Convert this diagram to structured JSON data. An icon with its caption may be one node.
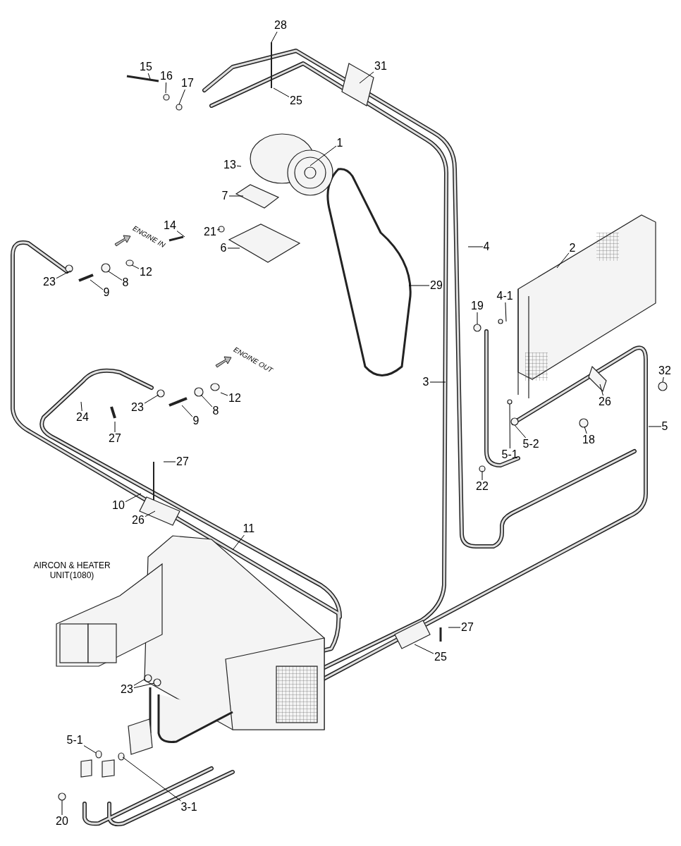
{
  "diagram": {
    "nodes": [
      {
        "text": [
          "28"
        ]
      },
      {
        "text": [
          "25"
        ]
      },
      {
        "text": [
          "31"
        ]
      },
      {
        "text": [
          "15"
        ]
      },
      {
        "text": [
          "16"
        ]
      },
      {
        "text": [
          "17"
        ]
      },
      {
        "text": [
          "1"
        ]
      },
      {
        "text": [
          "13"
        ]
      },
      {
        "text": [
          "7"
        ]
      },
      {
        "text": [
          "21"
        ]
      },
      {
        "text": [
          "14"
        ]
      },
      {
        "text": [
          "6"
        ]
      },
      {
        "text": [
          "4"
        ]
      },
      {
        "text": [
          "2"
        ]
      },
      {
        "text": [
          "12"
        ]
      },
      {
        "text": [
          "23"
        ]
      },
      {
        "text": [
          "8"
        ]
      },
      {
        "text": [
          "9"
        ]
      },
      {
        "text": [
          "29"
        ]
      },
      {
        "text": [
          "19"
        ]
      },
      {
        "text": [
          "4-1"
        ]
      },
      {
        "text": [
          "3"
        ]
      },
      {
        "text": [
          "12"
        ]
      },
      {
        "text": [
          "32"
        ]
      },
      {
        "text": [
          "26"
        ]
      },
      {
        "text": [
          "5"
        ]
      },
      {
        "text": [
          "23"
        ]
      },
      {
        "text": [
          "8"
        ]
      },
      {
        "text": [
          "9"
        ]
      },
      {
        "text": [
          "24"
        ]
      },
      {
        "text": [
          "27"
        ]
      },
      {
        "text": [
          "18"
        ]
      },
      {
        "text": [
          "5-2"
        ]
      },
      {
        "text": [
          "5-1"
        ]
      },
      {
        "text": [
          "27"
        ]
      },
      {
        "text": [
          "22"
        ]
      },
      {
        "text": [
          "10"
        ]
      },
      {
        "text": [
          "26"
        ]
      },
      {
        "text": [
          "11"
        ]
      },
      {
        "text": [
          "27"
        ]
      },
      {
        "text": [
          "25"
        ]
      },
      {
        "text": [
          "23"
        ]
      },
      {
        "text": [
          "5-1"
        ]
      },
      {
        "text": [
          "3-1"
        ]
      },
      {
        "text": [
          "20"
        ]
      }
    ],
    "edges": [
      {
        "from": 0,
        "to": null,
        "arrow": "none"
      },
      {
        "from": 1,
        "to": null,
        "arrow": "none"
      },
      {
        "from": 2,
        "to": null,
        "arrow": "none"
      },
      {
        "from": 3,
        "to": null,
        "arrow": "none"
      },
      {
        "from": 4,
        "to": null,
        "arrow": "none"
      },
      {
        "from": 5,
        "to": null,
        "arrow": "none"
      },
      {
        "from": 6,
        "to": null,
        "arrow": "none"
      },
      {
        "from": 7,
        "to": null,
        "arrow": "none"
      },
      {
        "from": 8,
        "to": null,
        "arrow": "none"
      },
      {
        "from": 9,
        "to": null,
        "arrow": "none"
      },
      {
        "from": 10,
        "to": null,
        "arrow": "none"
      },
      {
        "from": 11,
        "to": null,
        "arrow": "none"
      },
      {
        "from": 12,
        "to": null,
        "arrow": "none"
      },
      {
        "from": 13,
        "to": null,
        "arrow": "none"
      },
      {
        "from": 14,
        "to": null,
        "arrow": "none"
      },
      {
        "from": 15,
        "to": null,
        "arrow": "none"
      },
      {
        "from": 16,
        "to": null,
        "arrow": "none"
      },
      {
        "from": 17,
        "to": null,
        "arrow": "none"
      },
      {
        "from": 18,
        "to": null,
        "arrow": "none"
      },
      {
        "from": 19,
        "to": null,
        "arrow": "none"
      },
      {
        "from": 20,
        "to": null,
        "arrow": "none"
      },
      {
        "from": 21,
        "to": null,
        "arrow": "none"
      },
      {
        "from": 22,
        "to": null,
        "arrow": "none"
      },
      {
        "from": 23,
        "to": null,
        "arrow": "none"
      },
      {
        "from": 24,
        "to": null,
        "arrow": "none"
      },
      {
        "from": 25,
        "to": null,
        "arrow": "none"
      },
      {
        "from": 26,
        "to": null,
        "arrow": "none"
      },
      {
        "from": 27,
        "to": null,
        "arrow": "none"
      },
      {
        "from": 28,
        "to": null,
        "arrow": "none"
      },
      {
        "from": 29,
        "to": null,
        "arrow": "none"
      },
      {
        "from": 30,
        "to": null,
        "arrow": "none"
      },
      {
        "from": 31,
        "to": null,
        "arrow": "none"
      },
      {
        "from": 32,
        "to": null,
        "arrow": "none"
      },
      {
        "from": 33,
        "to": null,
        "arrow": "none"
      },
      {
        "from": 34,
        "to": null,
        "arrow": "none"
      },
      {
        "from": 35,
        "to": null,
        "arrow": "none"
      },
      {
        "from": 36,
        "to": null,
        "arrow": "none"
      },
      {
        "from": 37,
        "to": null,
        "arrow": "none"
      },
      {
        "from": 38,
        "to": null,
        "arrow": "none"
      },
      {
        "from": 39,
        "to": null,
        "arrow": "none"
      },
      {
        "from": 40,
        "to": null,
        "arrow": "none"
      },
      {
        "from": 41,
        "to": null,
        "arrow": "none"
      },
      {
        "from": 41,
        "to": null,
        "arrow": "none"
      },
      {
        "from": 42,
        "to": null,
        "arrow": "none"
      },
      {
        "from": 43,
        "to": null,
        "arrow": "none"
      },
      {
        "from": 44,
        "to": null,
        "arrow": "none"
      }
    ],
    "labels": [
      "ENGINE IN",
      "ENGINE OUT",
      "AIRCON & HEATER UNIT(1080)"
    ]
  }
}
